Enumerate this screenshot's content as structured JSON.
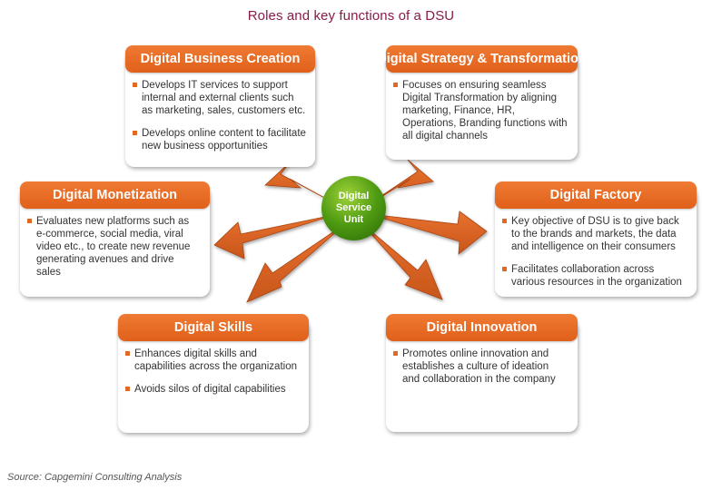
{
  "title": "Roles and key functions of a DSU",
  "hub": {
    "label": "Digital Service Unit"
  },
  "colors": {
    "accent": "#e8692a",
    "hub": "#4e9a12",
    "title": "#8b1a4a"
  },
  "cards": {
    "business_creation": {
      "heading": "Digital Business Creation",
      "bullets": [
        "Develops IT services to support internal and external clients such as marketing, sales, customers etc.",
        "Develops online content to facilitate new business opportunities"
      ]
    },
    "strategy": {
      "heading": "Digital Strategy & Transformation",
      "bullets": [
        "Focuses on ensuring seamless Digital Transformation by aligning marketing, Finance, HR, Operations, Branding functions with all digital channels"
      ]
    },
    "monetization": {
      "heading": "Digital Monetization",
      "bullets": [
        "Evaluates new platforms such as e-commerce, social media, viral video etc., to create new revenue generating avenues and drive sales"
      ]
    },
    "factory": {
      "heading": "Digital Factory",
      "bullets": [
        "Key objective of DSU is to give back to the brands and markets, the data and intelligence on their consumers",
        "Facilitates collaboration across various resources in the organization"
      ]
    },
    "skills": {
      "heading": "Digital Skills",
      "bullets": [
        "Enhances digital skills and capabilities across the organization",
        "Avoids silos of digital capabilities"
      ]
    },
    "innovation": {
      "heading": "Digital Innovation",
      "bullets": [
        "Promotes online innovation and establishes a culture of ideation and collaboration in the company"
      ]
    }
  },
  "source": "Source: Capgemini Consulting Analysis"
}
